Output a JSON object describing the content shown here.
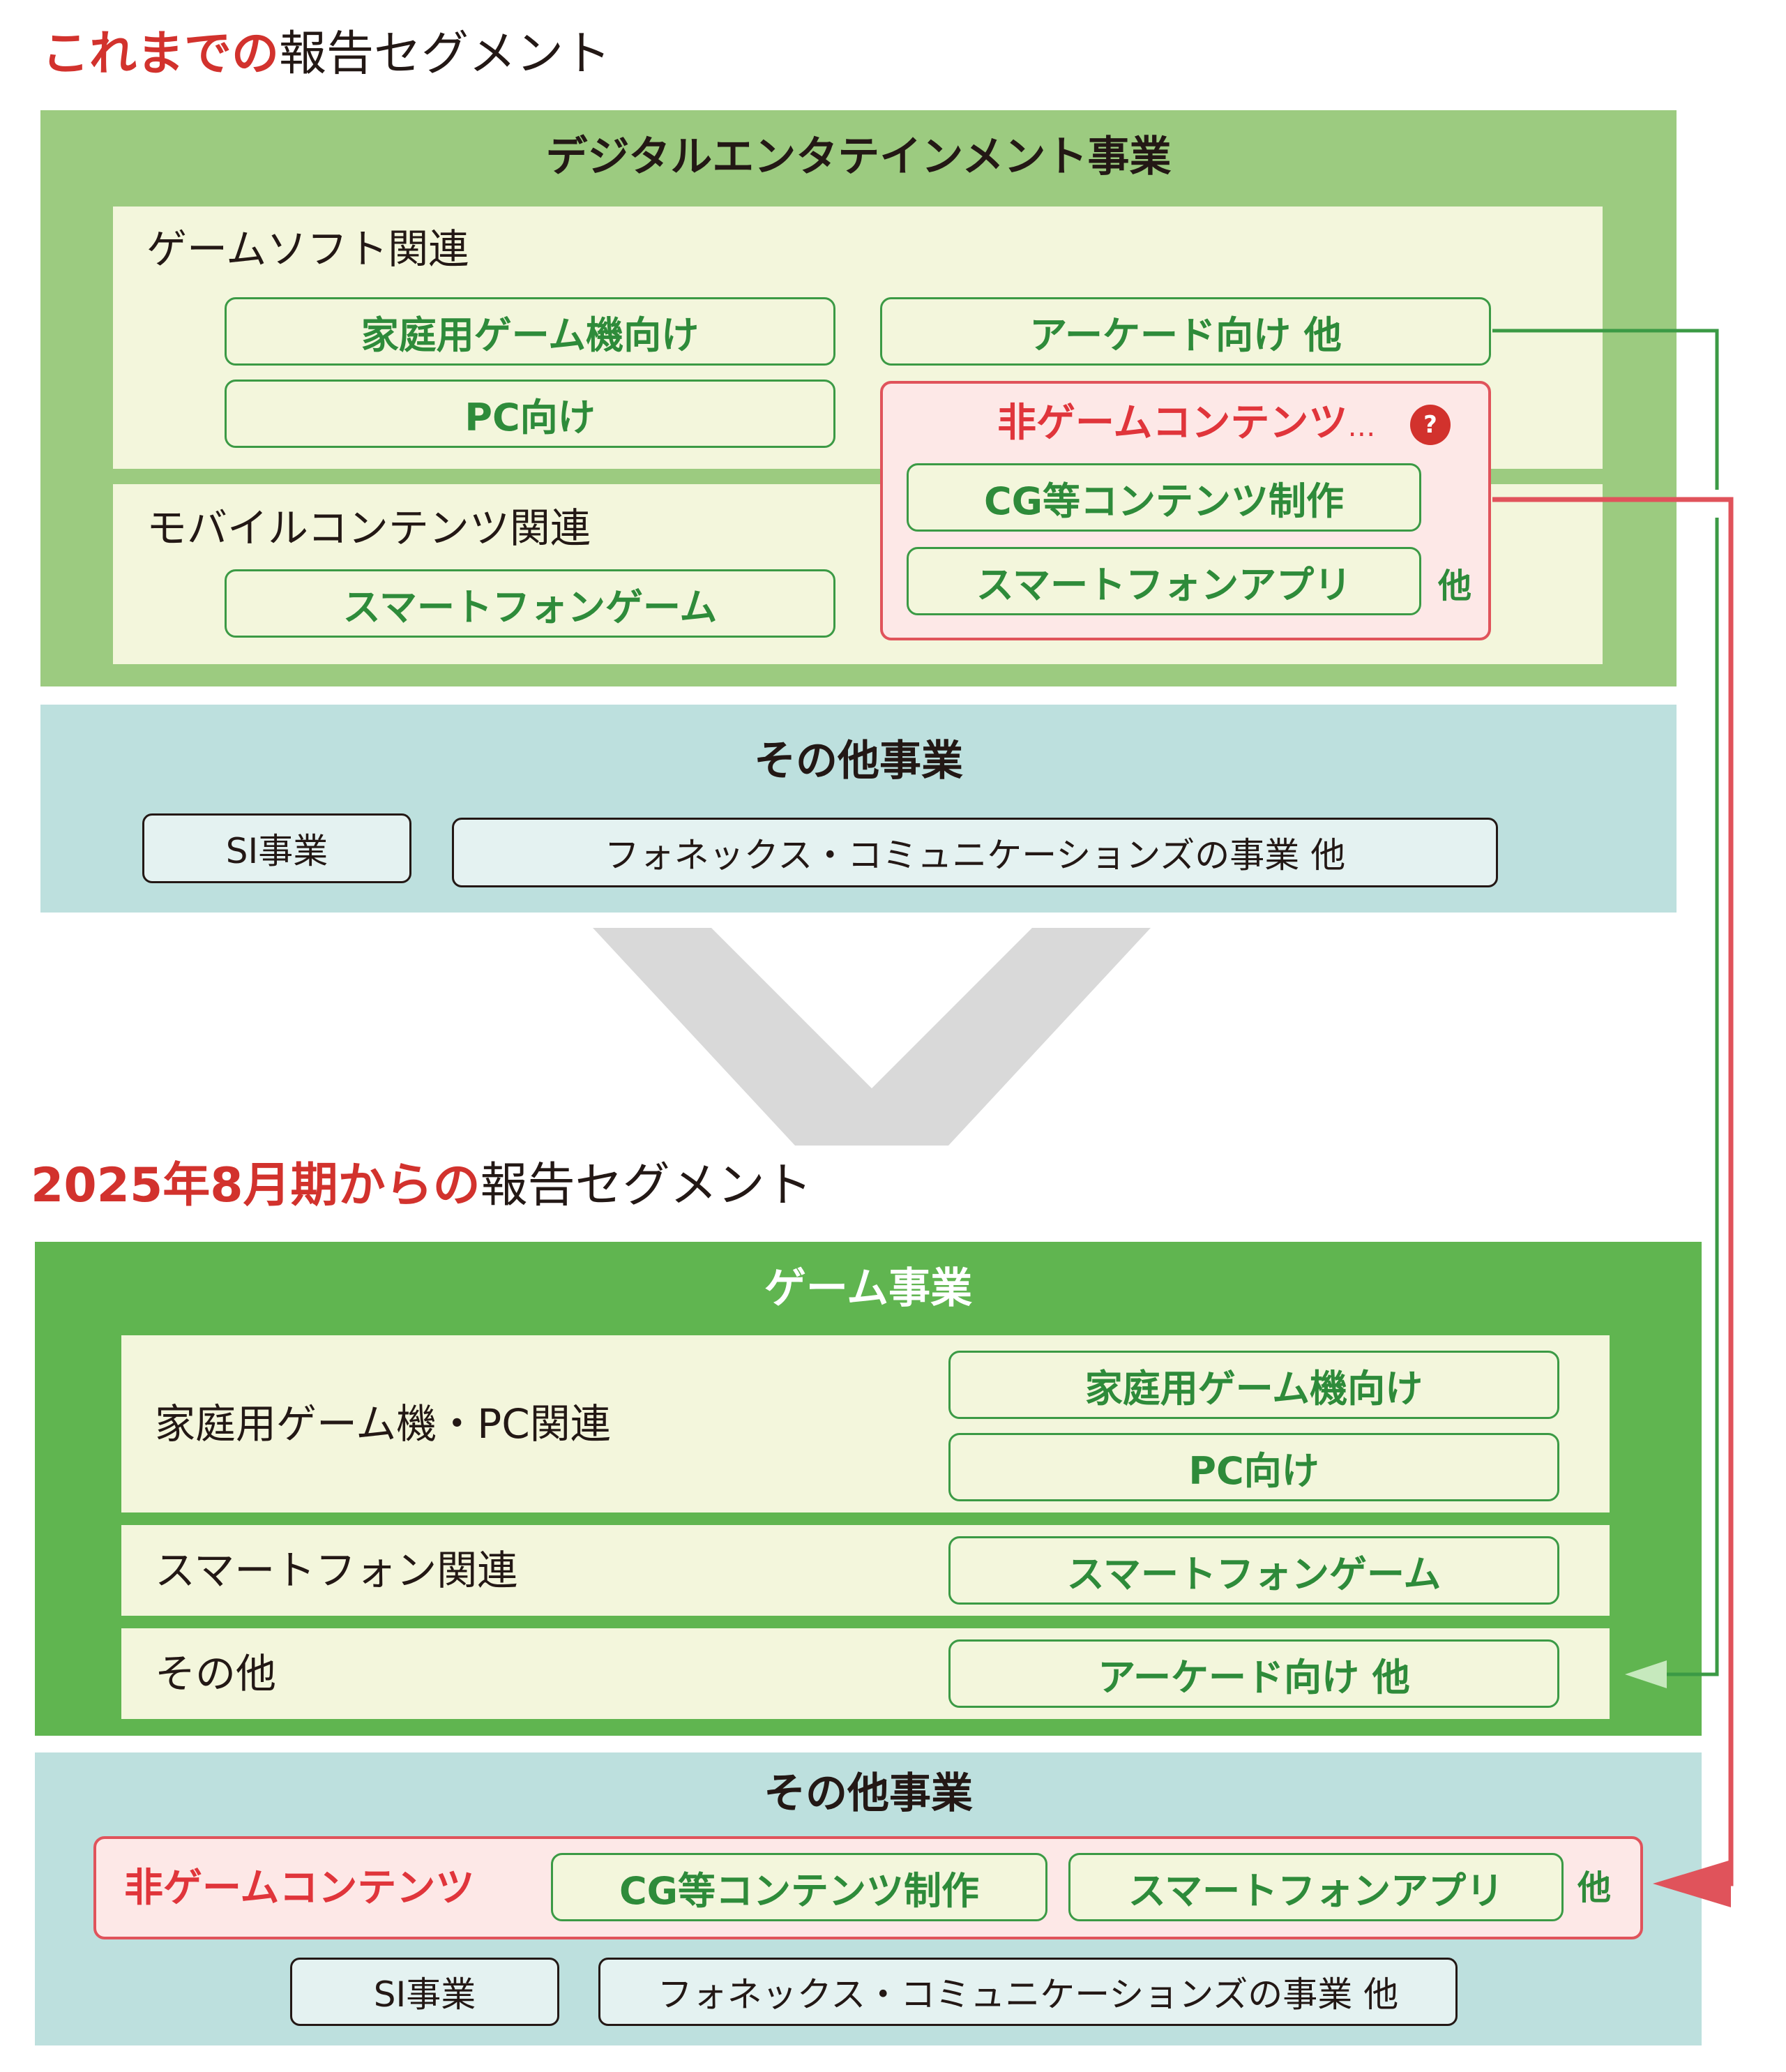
{
  "before": {
    "heading_accent": "これまでの",
    "heading_rest": "報告セグメント",
    "digital": {
      "title": "デジタルエンタテインメント事業",
      "game_soft": {
        "label": "ゲームソフト関連",
        "console": "家庭用ゲーム機向け",
        "pc": "PC向け",
        "arcade": "アーケード向け 他"
      },
      "mobile": {
        "label": "モバイルコンテンツ関連",
        "smartphone_game": "スマートフォンゲーム"
      },
      "non_game": {
        "title": "非ゲームコンテンツ",
        "dots": "…",
        "badge": "?",
        "cg": "CG等コンテンツ制作",
        "app": "スマートフォンアプリ",
        "etc": "他"
      }
    },
    "other": {
      "title": "その他事業",
      "si": "SI事業",
      "phonics": "フォネックス・コミュニケーションズの事業 他"
    }
  },
  "after": {
    "heading_accent": "2025年8月期からの",
    "heading_rest": "報告セグメント",
    "game": {
      "title": "ゲーム事業",
      "console_pc": {
        "label": "家庭用ゲーム機・PC関連",
        "console": "家庭用ゲーム機向け",
        "pc": "PC向け"
      },
      "smartphone": {
        "label": "スマートフォン関連",
        "game": "スマートフォンゲーム"
      },
      "misc": {
        "label": "その他",
        "arcade": "アーケード向け 他"
      }
    },
    "other": {
      "title": "その他事業",
      "non_game": {
        "title": "非ゲームコンテンツ",
        "cg": "CG等コンテンツ制作",
        "app": "スマートフォンアプリ",
        "etc": "他"
      },
      "si": "SI事業",
      "phonics": "フォネックス・コミュニケーションズの事業 他"
    }
  },
  "colors": {
    "accent_red": "#d2322d",
    "green_line": "#3b9a45",
    "pink_line": "#e0535b",
    "arrow_gray": "#d9d9d9"
  }
}
